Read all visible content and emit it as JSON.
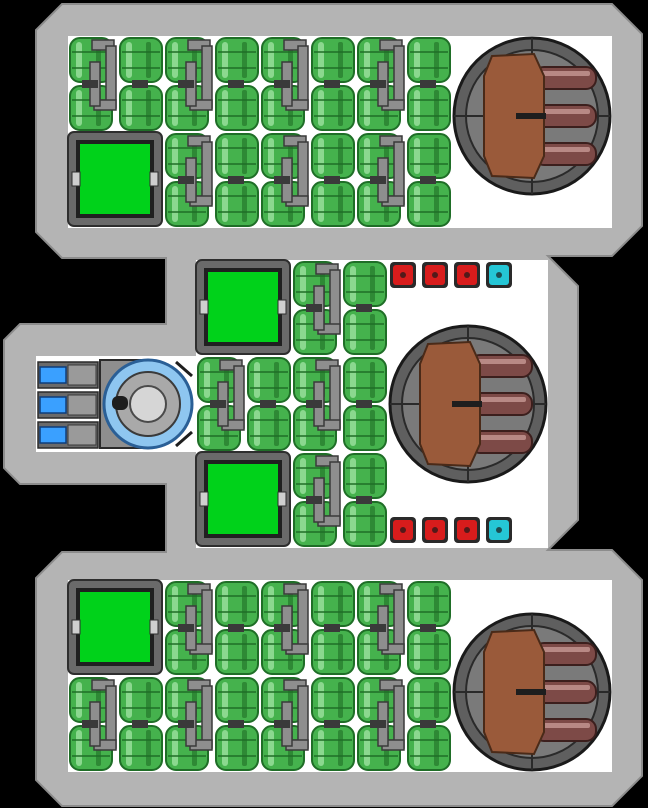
{
  "colors": {
    "background": "#000000",
    "hull": "#b4b4b4",
    "floor": "#ffffff",
    "tank_green": "#45b24d",
    "tank_green_dark": "#1f6e27",
    "tank_green_light": "#8bd88f",
    "pipe_gray": "#8e8e8e",
    "pipe_dark": "#3a3a3a",
    "pad_green": "#00d21a",
    "pad_frame": "#6a6a6a",
    "turret_ring": "#5f5f5f",
    "turret_body": "#9a5a3a",
    "barrel": "#7d4a47",
    "light_red": "#d81c1c",
    "light_cyan": "#25c6d6",
    "thruster_blue": "#3aa0ff",
    "dome_blue": "#8ec6f0"
  },
  "ship": {
    "upper_module": {
      "tank_grid": "4x4",
      "landing_pads": 1,
      "turrets": 1
    },
    "middle_module": {
      "tank_grid": "2x3",
      "landing_pads": 2,
      "turrets": 1,
      "light_rows": 2
    },
    "lower_module": {
      "tank_grid": "4x4",
      "landing_pads": 1,
      "turrets": 1
    },
    "engine": {
      "thrusters": 3,
      "core": "dome"
    },
    "turret_barrels": 3,
    "lights_per_row": [
      "red",
      "red",
      "red",
      "cyan"
    ]
  }
}
